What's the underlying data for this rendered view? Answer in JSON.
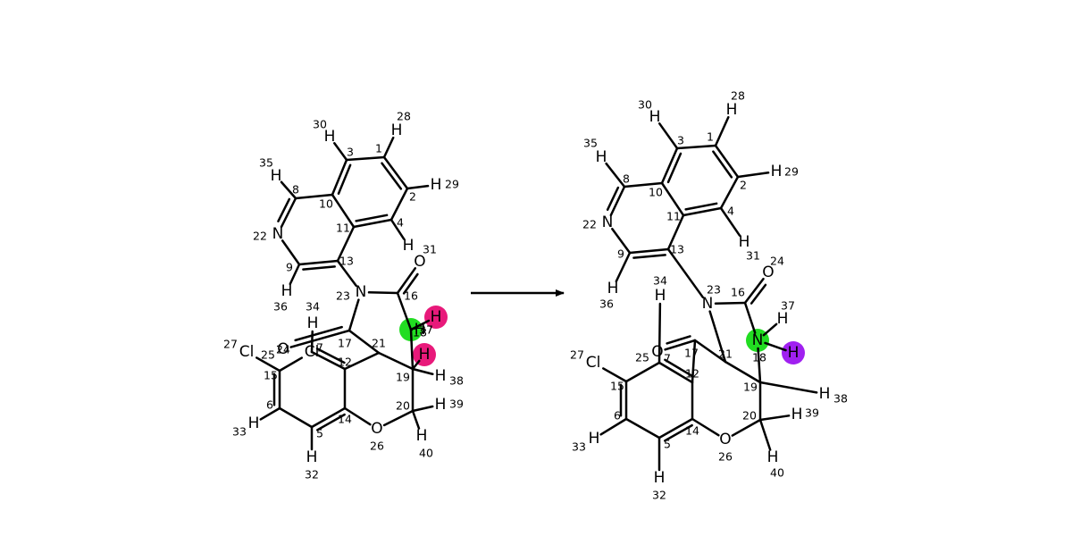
{
  "diagram": {
    "kind": "reaction-scheme",
    "bond_color": "#000000",
    "highlight_colors": {
      "green": "#22dd22",
      "pink": "#e8197a",
      "purple": "#a020f0"
    },
    "reactant": {
      "atoms": [
        {
          "id": "a1",
          "sym": "",
          "num": "1"
        },
        {
          "id": "a2",
          "sym": "",
          "num": "2"
        },
        {
          "id": "a3",
          "sym": "",
          "num": "3"
        },
        {
          "id": "a4",
          "sym": "",
          "num": "4"
        },
        {
          "id": "a5",
          "sym": "",
          "num": "5"
        },
        {
          "id": "a6",
          "sym": "",
          "num": "6"
        },
        {
          "id": "a7",
          "sym": "",
          "num": "7"
        },
        {
          "id": "a8",
          "sym": "",
          "num": "8"
        },
        {
          "id": "a9",
          "sym": "",
          "num": "9"
        },
        {
          "id": "a10",
          "sym": "",
          "num": "10"
        },
        {
          "id": "a11",
          "sym": "",
          "num": "11"
        },
        {
          "id": "a12",
          "sym": "",
          "num": "12"
        },
        {
          "id": "a13",
          "sym": "",
          "num": "13"
        },
        {
          "id": "a14",
          "sym": "",
          "num": "14"
        },
        {
          "id": "a15",
          "sym": "",
          "num": "15"
        },
        {
          "id": "a16",
          "sym": "",
          "num": "16"
        },
        {
          "id": "a17",
          "sym": "",
          "num": "17"
        },
        {
          "id": "a18",
          "sym": "",
          "num": "18"
        },
        {
          "id": "a19",
          "sym": "",
          "num": "19"
        },
        {
          "id": "a20",
          "sym": "",
          "num": "20"
        },
        {
          "id": "a21",
          "sym": "",
          "num": "21"
        },
        {
          "id": "a22",
          "sym": "N",
          "num": "22"
        },
        {
          "id": "a23",
          "sym": "N",
          "num": "23"
        },
        {
          "id": "a24",
          "sym": "O",
          "num": "24"
        },
        {
          "id": "a25",
          "sym": "Cl",
          "num": "25"
        },
        {
          "id": "a26",
          "sym": "O",
          "num": "26"
        },
        {
          "id": "a27",
          "sym": "Cl",
          "num": "27"
        },
        {
          "id": "a28",
          "sym": "H",
          "num": "28"
        },
        {
          "id": "a29",
          "sym": "H",
          "num": "29"
        },
        {
          "id": "a30",
          "sym": "H",
          "num": "30"
        },
        {
          "id": "a31",
          "sym": "H",
          "num": "31"
        },
        {
          "id": "a32",
          "sym": "H",
          "num": "32"
        },
        {
          "id": "a33",
          "sym": "H",
          "num": "33"
        },
        {
          "id": "a34",
          "sym": "H",
          "num": "34"
        },
        {
          "id": "a35",
          "sym": "H",
          "num": "35"
        },
        {
          "id": "a36",
          "sym": "H",
          "num": "36"
        },
        {
          "id": "a37",
          "sym": "H",
          "num": "37"
        },
        {
          "id": "a38",
          "sym": "H",
          "num": "38"
        },
        {
          "id": "a39",
          "sym": "H",
          "num": "39"
        },
        {
          "id": "a40",
          "sym": "H",
          "num": "40"
        },
        {
          "id": "a41",
          "sym": "O",
          "num": ""
        },
        {
          "id": "a42",
          "sym": "H",
          "num": ""
        },
        {
          "id": "a43",
          "sym": "H",
          "num": ""
        }
      ],
      "bonds": [
        [
          "a1",
          "a2",
          2
        ],
        [
          "a2",
          "a4",
          1
        ],
        [
          "a4",
          "a11",
          2
        ],
        [
          "a11",
          "a10",
          1
        ],
        [
          "a10",
          "a3",
          2
        ],
        [
          "a3",
          "a1",
          1
        ],
        [
          "a10",
          "a8",
          1
        ],
        [
          "a8",
          "a22",
          2
        ],
        [
          "a22",
          "a9",
          1
        ],
        [
          "a9",
          "a13",
          2
        ],
        [
          "a13",
          "a11",
          1
        ],
        [
          "a1",
          "a28",
          1
        ],
        [
          "a2",
          "a29",
          1
        ],
        [
          "a3",
          "a30",
          1
        ],
        [
          "a4",
          "a31",
          1
        ],
        [
          "a8",
          "a35",
          1
        ],
        [
          "a9",
          "a36",
          1
        ],
        [
          "a13",
          "a23",
          1
        ],
        [
          "a23",
          "a16",
          1
        ],
        [
          "a16",
          "a41",
          2
        ],
        [
          "a16",
          "a18",
          1
        ],
        [
          "a18",
          "a19",
          1
        ],
        [
          "a19",
          "a21",
          1
        ],
        [
          "a21",
          "a17",
          1
        ],
        [
          "a17",
          "a23",
          1
        ],
        [
          "a17",
          "a24",
          2
        ],
        [
          "a21",
          "a12",
          1
        ],
        [
          "a12",
          "a7",
          2
        ],
        [
          "a7",
          "a25",
          1
        ],
        [
          "a25",
          "a15",
          1
        ],
        [
          "a15",
          "a6",
          2
        ],
        [
          "a6",
          "a5",
          1
        ],
        [
          "a5",
          "a14",
          2
        ],
        [
          "a14",
          "a12",
          1
        ],
        [
          "a14",
          "a26",
          1
        ],
        [
          "a26",
          "a20",
          1
        ],
        [
          "a20",
          "a19",
          1
        ],
        [
          "a15",
          "a27",
          1
        ],
        [
          "a6",
          "a33",
          1
        ],
        [
          "a5",
          "a32",
          1
        ],
        [
          "a7",
          "a34",
          1
        ],
        [
          "a19",
          "a38",
          1
        ],
        [
          "a20",
          "a39",
          1
        ],
        [
          "a20",
          "a40",
          1
        ],
        [
          "a18",
          "a37",
          1
        ],
        [
          "a18",
          "a42",
          1
        ],
        [
          "a19",
          "a43",
          1
        ]
      ],
      "highlights": [
        {
          "atom": "a18",
          "color": "green"
        },
        {
          "atom": "a42",
          "color": "pink"
        },
        {
          "atom": "a43",
          "color": "pink"
        }
      ]
    },
    "product": {
      "atoms": [
        {
          "id": "b1",
          "sym": "",
          "num": "1"
        },
        {
          "id": "b2",
          "sym": "",
          "num": "2"
        },
        {
          "id": "b3",
          "sym": "",
          "num": "3"
        },
        {
          "id": "b4",
          "sym": "",
          "num": "4"
        },
        {
          "id": "b5",
          "sym": "",
          "num": "5"
        },
        {
          "id": "b6",
          "sym": "",
          "num": "6"
        },
        {
          "id": "b7",
          "sym": "",
          "num": "7"
        },
        {
          "id": "b8",
          "sym": "",
          "num": "8"
        },
        {
          "id": "b9",
          "sym": "",
          "num": "9"
        },
        {
          "id": "b10",
          "sym": "",
          "num": "10"
        },
        {
          "id": "b11",
          "sym": "",
          "num": "11"
        },
        {
          "id": "b12",
          "sym": "",
          "num": "12"
        },
        {
          "id": "b13",
          "sym": "",
          "num": "13"
        },
        {
          "id": "b14",
          "sym": "",
          "num": "14"
        },
        {
          "id": "b15",
          "sym": "",
          "num": "15"
        },
        {
          "id": "b16",
          "sym": "",
          "num": "16"
        },
        {
          "id": "b17",
          "sym": "",
          "num": "17"
        },
        {
          "id": "b18",
          "sym": "N",
          "num": "18"
        },
        {
          "id": "b19",
          "sym": "",
          "num": "19"
        },
        {
          "id": "b20",
          "sym": "",
          "num": "20"
        },
        {
          "id": "b21",
          "sym": "",
          "num": "21"
        },
        {
          "id": "b22",
          "sym": "N",
          "num": "22"
        },
        {
          "id": "b23",
          "sym": "N",
          "num": "23"
        },
        {
          "id": "b24",
          "sym": "O",
          "num": "24"
        },
        {
          "id": "b25",
          "sym": "",
          "num": "25"
        },
        {
          "id": "b26",
          "sym": "O",
          "num": "26"
        },
        {
          "id": "b27",
          "sym": "Cl",
          "num": "27"
        },
        {
          "id": "b28",
          "sym": "H",
          "num": "28"
        },
        {
          "id": "b29",
          "sym": "H",
          "num": "29"
        },
        {
          "id": "b30",
          "sym": "H",
          "num": "30"
        },
        {
          "id": "b31",
          "sym": "H",
          "num": "31"
        },
        {
          "id": "b32",
          "sym": "H",
          "num": "32"
        },
        {
          "id": "b33",
          "sym": "H",
          "num": "33"
        },
        {
          "id": "b34",
          "sym": "H",
          "num": "34"
        },
        {
          "id": "b35",
          "sym": "H",
          "num": "35"
        },
        {
          "id": "b36",
          "sym": "H",
          "num": "36"
        },
        {
          "id": "b37",
          "sym": "H",
          "num": "37"
        },
        {
          "id": "b38",
          "sym": "H",
          "num": "38"
        },
        {
          "id": "b39",
          "sym": "H",
          "num": "39"
        },
        {
          "id": "b40",
          "sym": "H",
          "num": "40"
        },
        {
          "id": "b41",
          "sym": "O",
          "num": ""
        },
        {
          "id": "b42",
          "sym": "H",
          "num": ""
        }
      ],
      "bonds": [
        [
          "b1",
          "b2",
          2
        ],
        [
          "b2",
          "b4",
          1
        ],
        [
          "b4",
          "b11",
          2
        ],
        [
          "b11",
          "b10",
          1
        ],
        [
          "b10",
          "b3",
          2
        ],
        [
          "b3",
          "b1",
          1
        ],
        [
          "b10",
          "b8",
          1
        ],
        [
          "b8",
          "b22",
          2
        ],
        [
          "b22",
          "b9",
          1
        ],
        [
          "b9",
          "b13",
          2
        ],
        [
          "b13",
          "b11",
          1
        ],
        [
          "b1",
          "b28",
          1
        ],
        [
          "b2",
          "b29",
          1
        ],
        [
          "b3",
          "b30",
          1
        ],
        [
          "b4",
          "b31",
          1
        ],
        [
          "b8",
          "b35",
          1
        ],
        [
          "b9",
          "b36",
          1
        ],
        [
          "b13",
          "b23",
          1
        ],
        [
          "b23",
          "b16",
          1
        ],
        [
          "b16",
          "b24",
          2
        ],
        [
          "b16",
          "b18",
          1
        ],
        [
          "b18",
          "b19",
          1
        ],
        [
          "b19",
          "b21",
          1
        ],
        [
          "b21",
          "b23",
          1
        ],
        [
          "b21",
          "b17",
          1
        ],
        [
          "b17",
          "b41",
          2
        ],
        [
          "b17",
          "b12",
          1
        ],
        [
          "b12",
          "b25",
          2
        ],
        [
          "b25",
          "b15",
          1
        ],
        [
          "b15",
          "b6",
          2
        ],
        [
          "b6",
          "b5",
          1
        ],
        [
          "b5",
          "b14",
          2
        ],
        [
          "b14",
          "b12",
          1
        ],
        [
          "b14",
          "b26",
          1
        ],
        [
          "b26",
          "b20",
          1
        ],
        [
          "b20",
          "b19",
          1
        ],
        [
          "b15",
          "b27",
          1
        ],
        [
          "b6",
          "b33",
          1
        ],
        [
          "b5",
          "b32",
          1
        ],
        [
          "b25",
          "b34",
          1
        ],
        [
          "b19",
          "b38",
          1
        ],
        [
          "b20",
          "b39",
          1
        ],
        [
          "b20",
          "b40",
          1
        ],
        [
          "b18",
          "b37",
          1
        ],
        [
          "b18",
          "b42",
          1
        ]
      ],
      "highlights": [
        {
          "atom": "b18",
          "color": "green"
        },
        {
          "atom": "b42",
          "color": "purple"
        }
      ]
    }
  }
}
